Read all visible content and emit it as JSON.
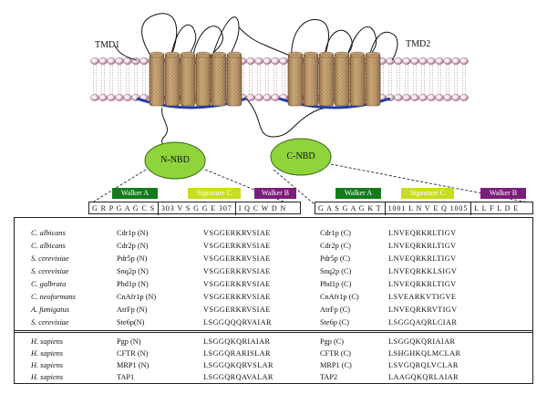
{
  "diagram": {
    "tmd_left": "TMD1",
    "tmd_right": "TMD2",
    "nbd_left": "N-NBD",
    "nbd_right": "C-NBD",
    "colors": {
      "walker_a": "#157a1e",
      "signature_c": "#c9dd1f",
      "walker_b": "#7a1f78",
      "nbd_fill": "#8ed43a",
      "helix": "#b8966a",
      "arc": "#223ea8"
    }
  },
  "motifs": {
    "n": {
      "walker_a_label": "Walker A",
      "signature_label": "Signature C",
      "walker_b_label": "Walker B",
      "walker_a_seq": "G R P G A G C S",
      "signature_seq": "303 V S G G E 307",
      "walker_b_seq": "I Q C W D N"
    },
    "c": {
      "walker_a_label": "Walker A",
      "signature_label": "Signature C",
      "walker_b_label": "Walker B",
      "walker_a_seq": "G A S G A G K T",
      "signature_seq": "1001 L N V E Q 1005",
      "walker_b_seq": "L L F L D E"
    }
  },
  "alignment": {
    "rows": [
      {
        "species": "C. albicans",
        "n_protein": "Cdr1p (N)",
        "n_seq": "VSGGERKRVSIAE",
        "c_protein": "Cdr1p (C)",
        "c_seq": "LNVEQRKRLTIGV"
      },
      {
        "species": "C. albicans",
        "n_protein": "Cdr2p (N)",
        "n_seq": "VSGGERKRVSIAE",
        "c_protein": "Cdr2p (C)",
        "c_seq": "LNVEQRKRLTIGV"
      },
      {
        "species": "S. cerevisiae",
        "n_protein": "Pdr5p (N)",
        "n_seq": "VSGGERKRVSIAE",
        "c_protein": "Pdr5p (C)",
        "c_seq": "LNVEQRKRLTIGV"
      },
      {
        "species": "S. cerevisiae",
        "n_protein": "Snq2p (N)",
        "n_seq": "VSGGERKRVSIAE",
        "c_protein": "Snq2p (C)",
        "c_seq": "LNVEQRKKLSIGV"
      },
      {
        "species": "C. galbrata",
        "n_protein": "Phd1p (N)",
        "n_seq": "VSGGERKRVSIAE",
        "c_protein": "Phd1p (C)",
        "c_seq": "LNVEQRKRLTIGV"
      },
      {
        "species": "C. neoformans",
        "n_protein": "CnAfr1p (N)",
        "n_seq": "VSGGERKRVSIAE",
        "c_protein": "CnAfr1p (C)",
        "c_seq": "LSVEARKVTIGVE"
      },
      {
        "species": "A. fumigatus",
        "n_protein": "AtrFp (N)",
        "n_seq": "VSGGERKRVSIAE",
        "c_protein": "AtrFp (C)",
        "c_seq": "LNVEQRKRVTIGV"
      },
      {
        "species": "S. cerevisiae",
        "n_protein": "Ste6p(N)",
        "n_seq": "LSGGQQQRVAIAR",
        "c_protein": "Ste6p (C)",
        "c_seq": "LSGGQAQRLCIAR"
      },
      {
        "species": "H. sapiens",
        "n_protein": "Pgp (N)",
        "n_seq": "LSGGQKQRIAIAR",
        "c_protein": "Pgp (C)",
        "c_seq": "LSGGQKQRIAIAR"
      },
      {
        "species": "H. sapiens",
        "n_protein": "CFTR (N)",
        "n_seq": "LSGGQRARISLAR",
        "c_protein": "CFTR (C)",
        "c_seq": "LSHGHKQLMCLAR"
      },
      {
        "species": "H. sapiens",
        "n_protein": "MRP1 (N)",
        "n_seq": "LSGGQKQRVSLAR",
        "c_protein": "MRP1 (C)",
        "c_seq": "LSVGQRQLVCLAR"
      },
      {
        "species": "H. sapiens",
        "n_protein": "TAP1",
        "n_seq": "LSGGQRQAVALAR",
        "c_protein": "TAP2",
        "c_seq": "LAAGQKQRLAIAR"
      }
    ]
  }
}
